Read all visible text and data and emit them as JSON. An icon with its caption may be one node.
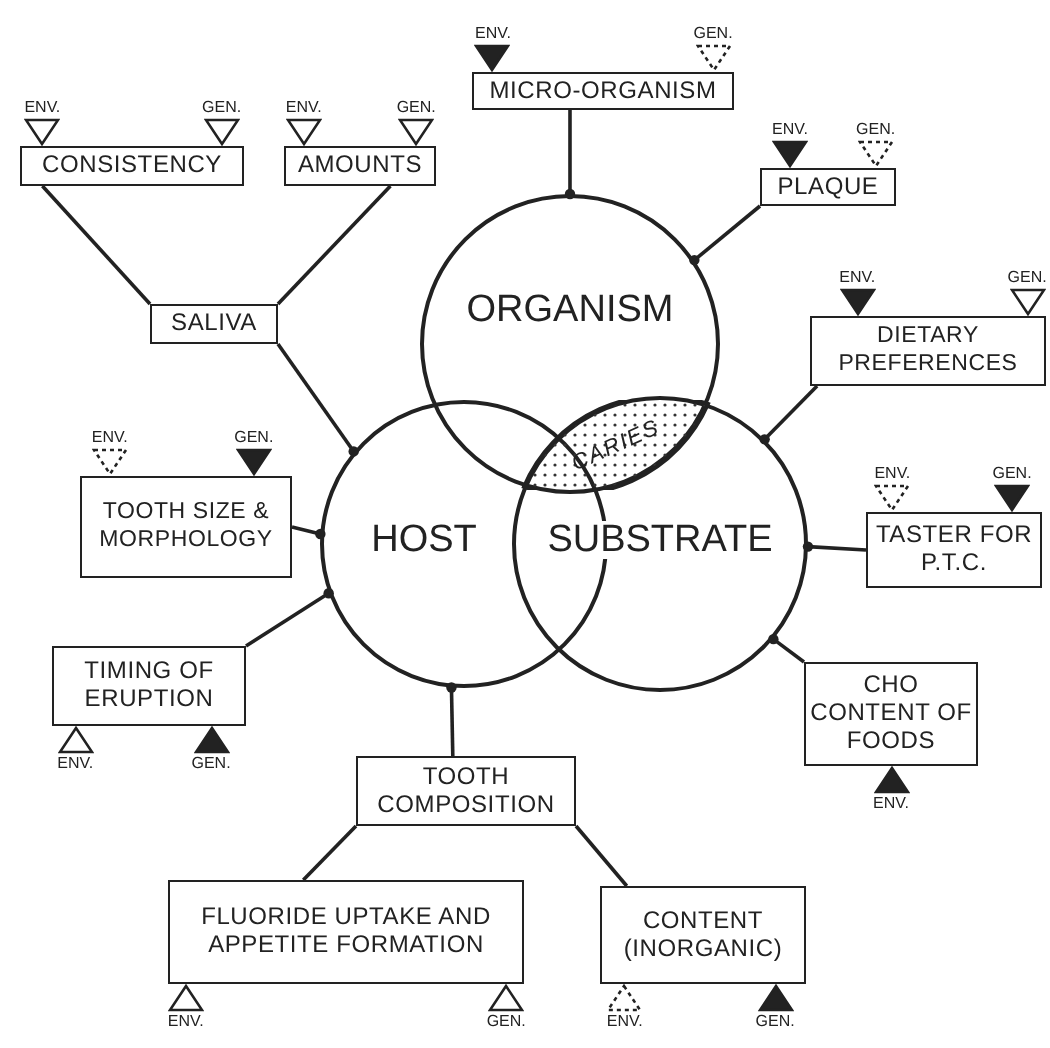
{
  "diagram": {
    "nodes": [
      {
        "text": [
          "MICRO-ORGANISM"
        ],
        "beside": [
          "ENV.",
          "GEN."
        ]
      },
      {
        "text": [
          "CONSISTENCY"
        ],
        "beside": [
          "ENV.",
          "GEN."
        ]
      },
      {
        "text": [
          "AMOUNTS"
        ],
        "beside": [
          "ENV.",
          "GEN."
        ]
      },
      {
        "text": [
          "PLAQUE"
        ],
        "beside": [
          "ENV.",
          "GEN."
        ]
      },
      {
        "text": [
          "ORGANISM"
        ]
      },
      {
        "text": [
          "SALIVA"
        ]
      },
      {
        "text": [
          "DIETARY PREFERENCES"
        ],
        "beside": [
          "ENV.",
          "GEN."
        ]
      },
      {
        "text": [
          "CARIES"
        ]
      },
      {
        "text": [
          "TOOTH SIZE & MORPHOLOGY"
        ],
        "beside": [
          "ENV.",
          "GEN."
        ]
      },
      {
        "text": [
          "HOST"
        ]
      },
      {
        "text": [
          "SUBSTRATE"
        ]
      },
      {
        "text": [
          "TASTER FOR P.T.C."
        ],
        "beside": [
          "ENV.",
          "GEN."
        ]
      },
      {
        "text": [
          "TIMING OF ERUPTION"
        ],
        "beside": [
          "ENV.",
          "GEN."
        ]
      },
      {
        "text": [
          "CHO CONTENT OF FOODS"
        ],
        "beside": [
          "ENV."
        ]
      },
      {
        "text": [
          "TOOTH COMPOSITION"
        ]
      },
      {
        "text": [
          "FLUORIDE UPTAKE AND APPETITE FORMATION"
        ],
        "beside": [
          "ENV.",
          "GEN."
        ]
      },
      {
        "text": [
          "CONTENT (INORGANIC)"
        ],
        "beside": [
          "ENV.",
          "GEN."
        ]
      }
    ],
    "edges": [
      {
        "from": 1,
        "to": 5,
        "arrow": "none"
      },
      {
        "from": 2,
        "to": 5,
        "arrow": "none"
      },
      {
        "from": 5,
        "to": 9,
        "arrow": "other"
      },
      {
        "from": 0,
        "to": 4,
        "arrow": "other"
      },
      {
        "from": 3,
        "to": 4,
        "arrow": "other"
      },
      {
        "from": 6,
        "to": 10,
        "arrow": "other"
      },
      {
        "from": 8,
        "to": 9,
        "arrow": "other"
      },
      {
        "from": 11,
        "to": 10,
        "arrow": "other"
      },
      {
        "from": 12,
        "to": 9,
        "arrow": "other"
      },
      {
        "from": 13,
        "to": 10,
        "arrow": "other"
      },
      {
        "from": 14,
        "to": 9,
        "arrow": "other"
      },
      {
        "from": 14,
        "to": 15,
        "arrow": "none"
      },
      {
        "from": 14,
        "to": 16,
        "arrow": "none"
      }
    ]
  }
}
